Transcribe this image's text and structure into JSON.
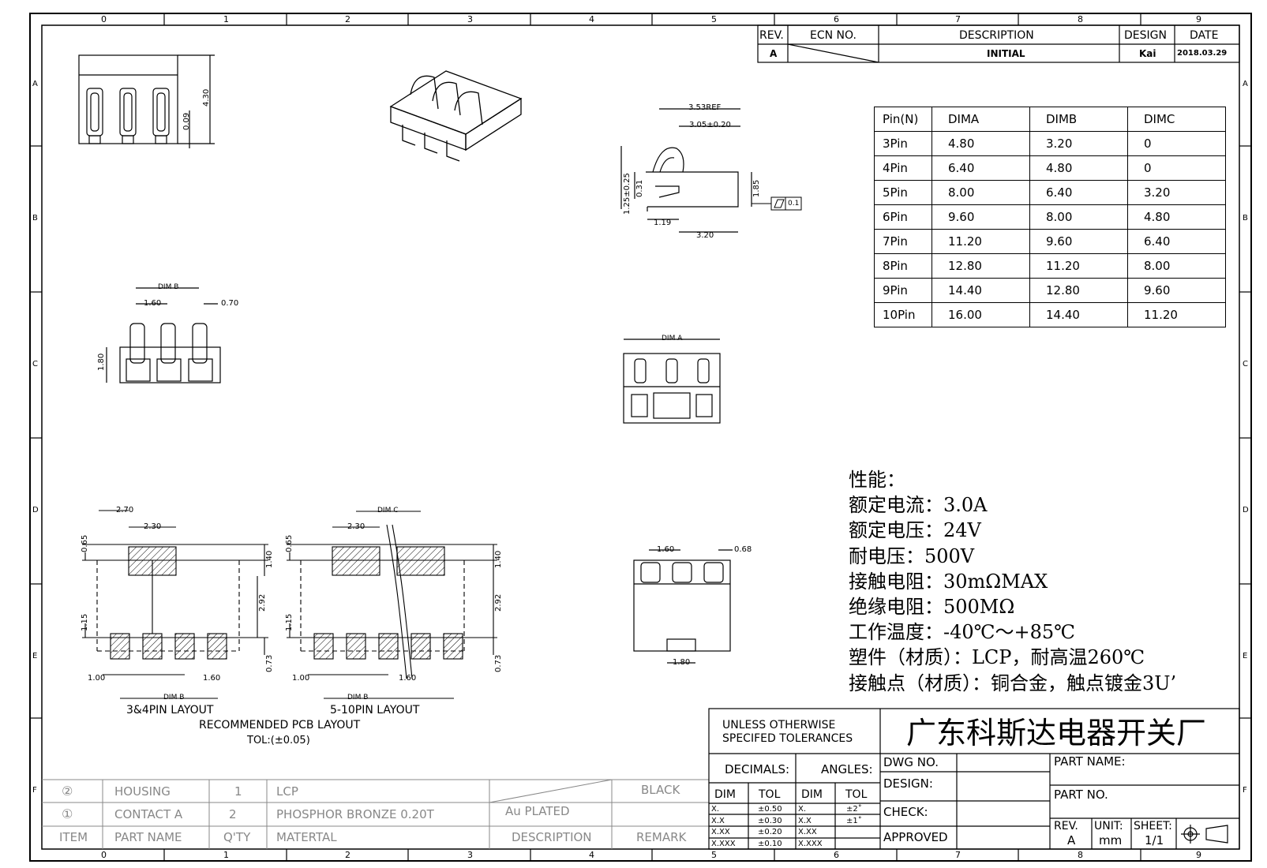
{
  "border": {
    "col_numbers": [
      "0",
      "1",
      "2",
      "3",
      "4",
      "5",
      "6",
      "7",
      "8",
      "9"
    ],
    "row_letters": [
      "A",
      "B",
      "C",
      "D",
      "E",
      "F"
    ]
  },
  "revision_block": {
    "headers": {
      "rev": "REV.",
      "ecn": "ECN NO.",
      "description": "DESCRIPTION",
      "design": "DESIGN",
      "date": "DATE"
    },
    "row": {
      "rev": "A",
      "description": "INITIAL",
      "design": "Kai",
      "date": "2018.03.29"
    }
  },
  "pin_table": {
    "headers": [
      "Pin(N)",
      "DIMA",
      "DIMB",
      "DIMC"
    ],
    "rows": [
      [
        "3Pin",
        "4.80",
        "3.20",
        "0"
      ],
      [
        "4Pin",
        "6.40",
        "4.80",
        "0"
      ],
      [
        "5Pin",
        "8.00",
        "6.40",
        "3.20"
      ],
      [
        "6Pin",
        "9.60",
        "8.00",
        "4.80"
      ],
      [
        "7Pin",
        "11.20",
        "9.60",
        "6.40"
      ],
      [
        "8Pin",
        "12.80",
        "11.20",
        "8.00"
      ],
      [
        "9Pin",
        "14.40",
        "12.80",
        "9.60"
      ],
      [
        "10Pin",
        "16.00",
        "14.40",
        "11.20"
      ]
    ]
  },
  "performance": {
    "title": "性能：",
    "lines": [
      "额定电流：3.0A",
      "额定电压：24V",
      "耐电压：500V",
      "接触电阻：30mΩMAX",
      "绝缘电阻：500MΩ",
      "工作温度：-40℃～+85℃",
      "塑件（材质）：LCP，耐高温260℃",
      "接触点（材质）：铜合金，触点镀金3U’"
    ]
  },
  "dims": {
    "top_h1": "4.30",
    "top_h2": "0.09",
    "side_353": "3.53REF",
    "side_305": "3.05±0.20",
    "side_125": "1.25±0.25",
    "side_031": "0.31",
    "side_185": "1.85",
    "side_119": "1.19",
    "side_320": "3.20",
    "flatness": "0.1",
    "c_dimb": "DIM B",
    "c_160": "1.60",
    "c_070": "0.70",
    "c_180": "1.80",
    "front_dima": "DIM A",
    "bot_160": "1.60",
    "bot_068": "0.68",
    "bot_180": "1.80"
  },
  "pcb": {
    "left": {
      "d270": "2.70",
      "d230": "2.30",
      "d065": "0.65",
      "d140": "1.40",
      "d292": "2.92",
      "d115": "1.15",
      "d073": "0.73",
      "d100": "1.00",
      "d160": "1.60",
      "dimb": "DIM B",
      "caption": "3&4PIN LAYOUT"
    },
    "right": {
      "dimc": "DIM C",
      "d230": "2.30",
      "d065": "0.65",
      "d140": "1.40",
      "d292": "2.92",
      "d115": "1.15",
      "d073": "0.73",
      "d100": "1.00",
      "d160": "1.60",
      "dimb": "DIM B",
      "caption": "5-10PIN LAYOUT"
    },
    "title": "RECOMMENDED PCB LAYOUT",
    "tol": "TOL:(±0.05)"
  },
  "bom": {
    "rows": [
      {
        "item": "②",
        "name": "HOUSING",
        "qty": "1",
        "material": "LCP",
        "description": "",
        "remark": "BLACK"
      },
      {
        "item": "①",
        "name": "CONTACT A",
        "qty": "2",
        "material": "PHOSPHOR BRONZE 0.20T",
        "description": "Au PLATED",
        "remark": ""
      }
    ],
    "header": {
      "item": "ITEM",
      "name": "PART NAME",
      "qty": "Q'TY",
      "material": "MATERTAL",
      "description": "DESCRIPTION",
      "remark": "REMARK"
    }
  },
  "title_block": {
    "tol_title1": "UNLESS OTHERWISE",
    "tol_title2": "SPECIFED TOLERANCES",
    "company": "广东科斯达电器开关厂",
    "decimals": "DECIMALS:",
    "angles": "ANGLES:",
    "dim": "DIM",
    "tol": "TOL",
    "dec_rows": [
      [
        "X.",
        "±0.50"
      ],
      [
        "X.X",
        "±0.30"
      ],
      [
        "X.XX",
        "±0.20"
      ],
      [
        "X.XXX",
        "±0.10"
      ]
    ],
    "ang_rows": [
      [
        "X.",
        "±2˚"
      ],
      [
        "X.X",
        "±1˚"
      ],
      [
        "X.XX",
        ""
      ],
      [
        "X.XXX",
        ""
      ]
    ],
    "dwg_no": "DWG NO.",
    "design": "DESIGN:",
    "check": "CHECK:",
    "approved": "APPROVED",
    "part_name": "PART NAME:",
    "part_no": "PART NO.",
    "rev": "REV.",
    "rev_val": "A",
    "unit": "UNIT:",
    "unit_val": "mm",
    "sheet": "SHEET:",
    "sheet_val": "1/1"
  }
}
